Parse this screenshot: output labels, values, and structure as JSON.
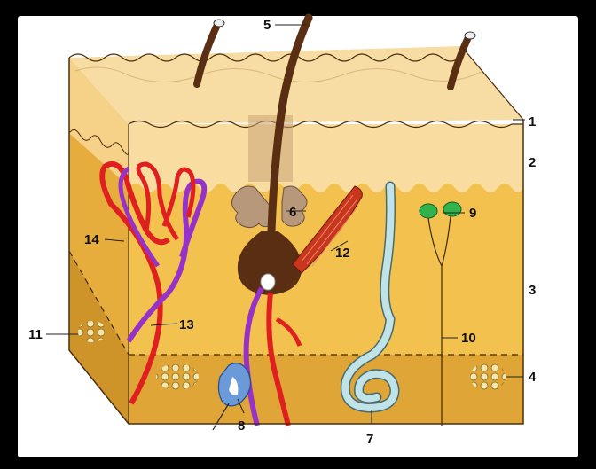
{
  "labels": {
    "l1": "1",
    "l2": "2",
    "l3": "3",
    "l4": "4",
    "l5": "5",
    "l6": "6",
    "l7": "7",
    "l8": "8",
    "l9": "9",
    "l10": "10",
    "l11": "11",
    "l12": "12",
    "l13": "13",
    "l14": "14"
  },
  "colors": {
    "epidermis": "#f8dca0",
    "dermis_front": "#f2c34e",
    "dermis_side": "#e2aa3c",
    "hypodermis_front": "#dea535",
    "hypodermis_side": "#c98f28",
    "hair": "#5a2e12",
    "artery": "#e02020",
    "vein": "#8a2ec0",
    "sweat_gland": "#bfe3e6",
    "receptor": "#2fb34a",
    "fat": "#f4e6b0",
    "pacinian": "#6a9ad8",
    "sebaceous": "#b8987a",
    "muscle": "#c8361d"
  }
}
